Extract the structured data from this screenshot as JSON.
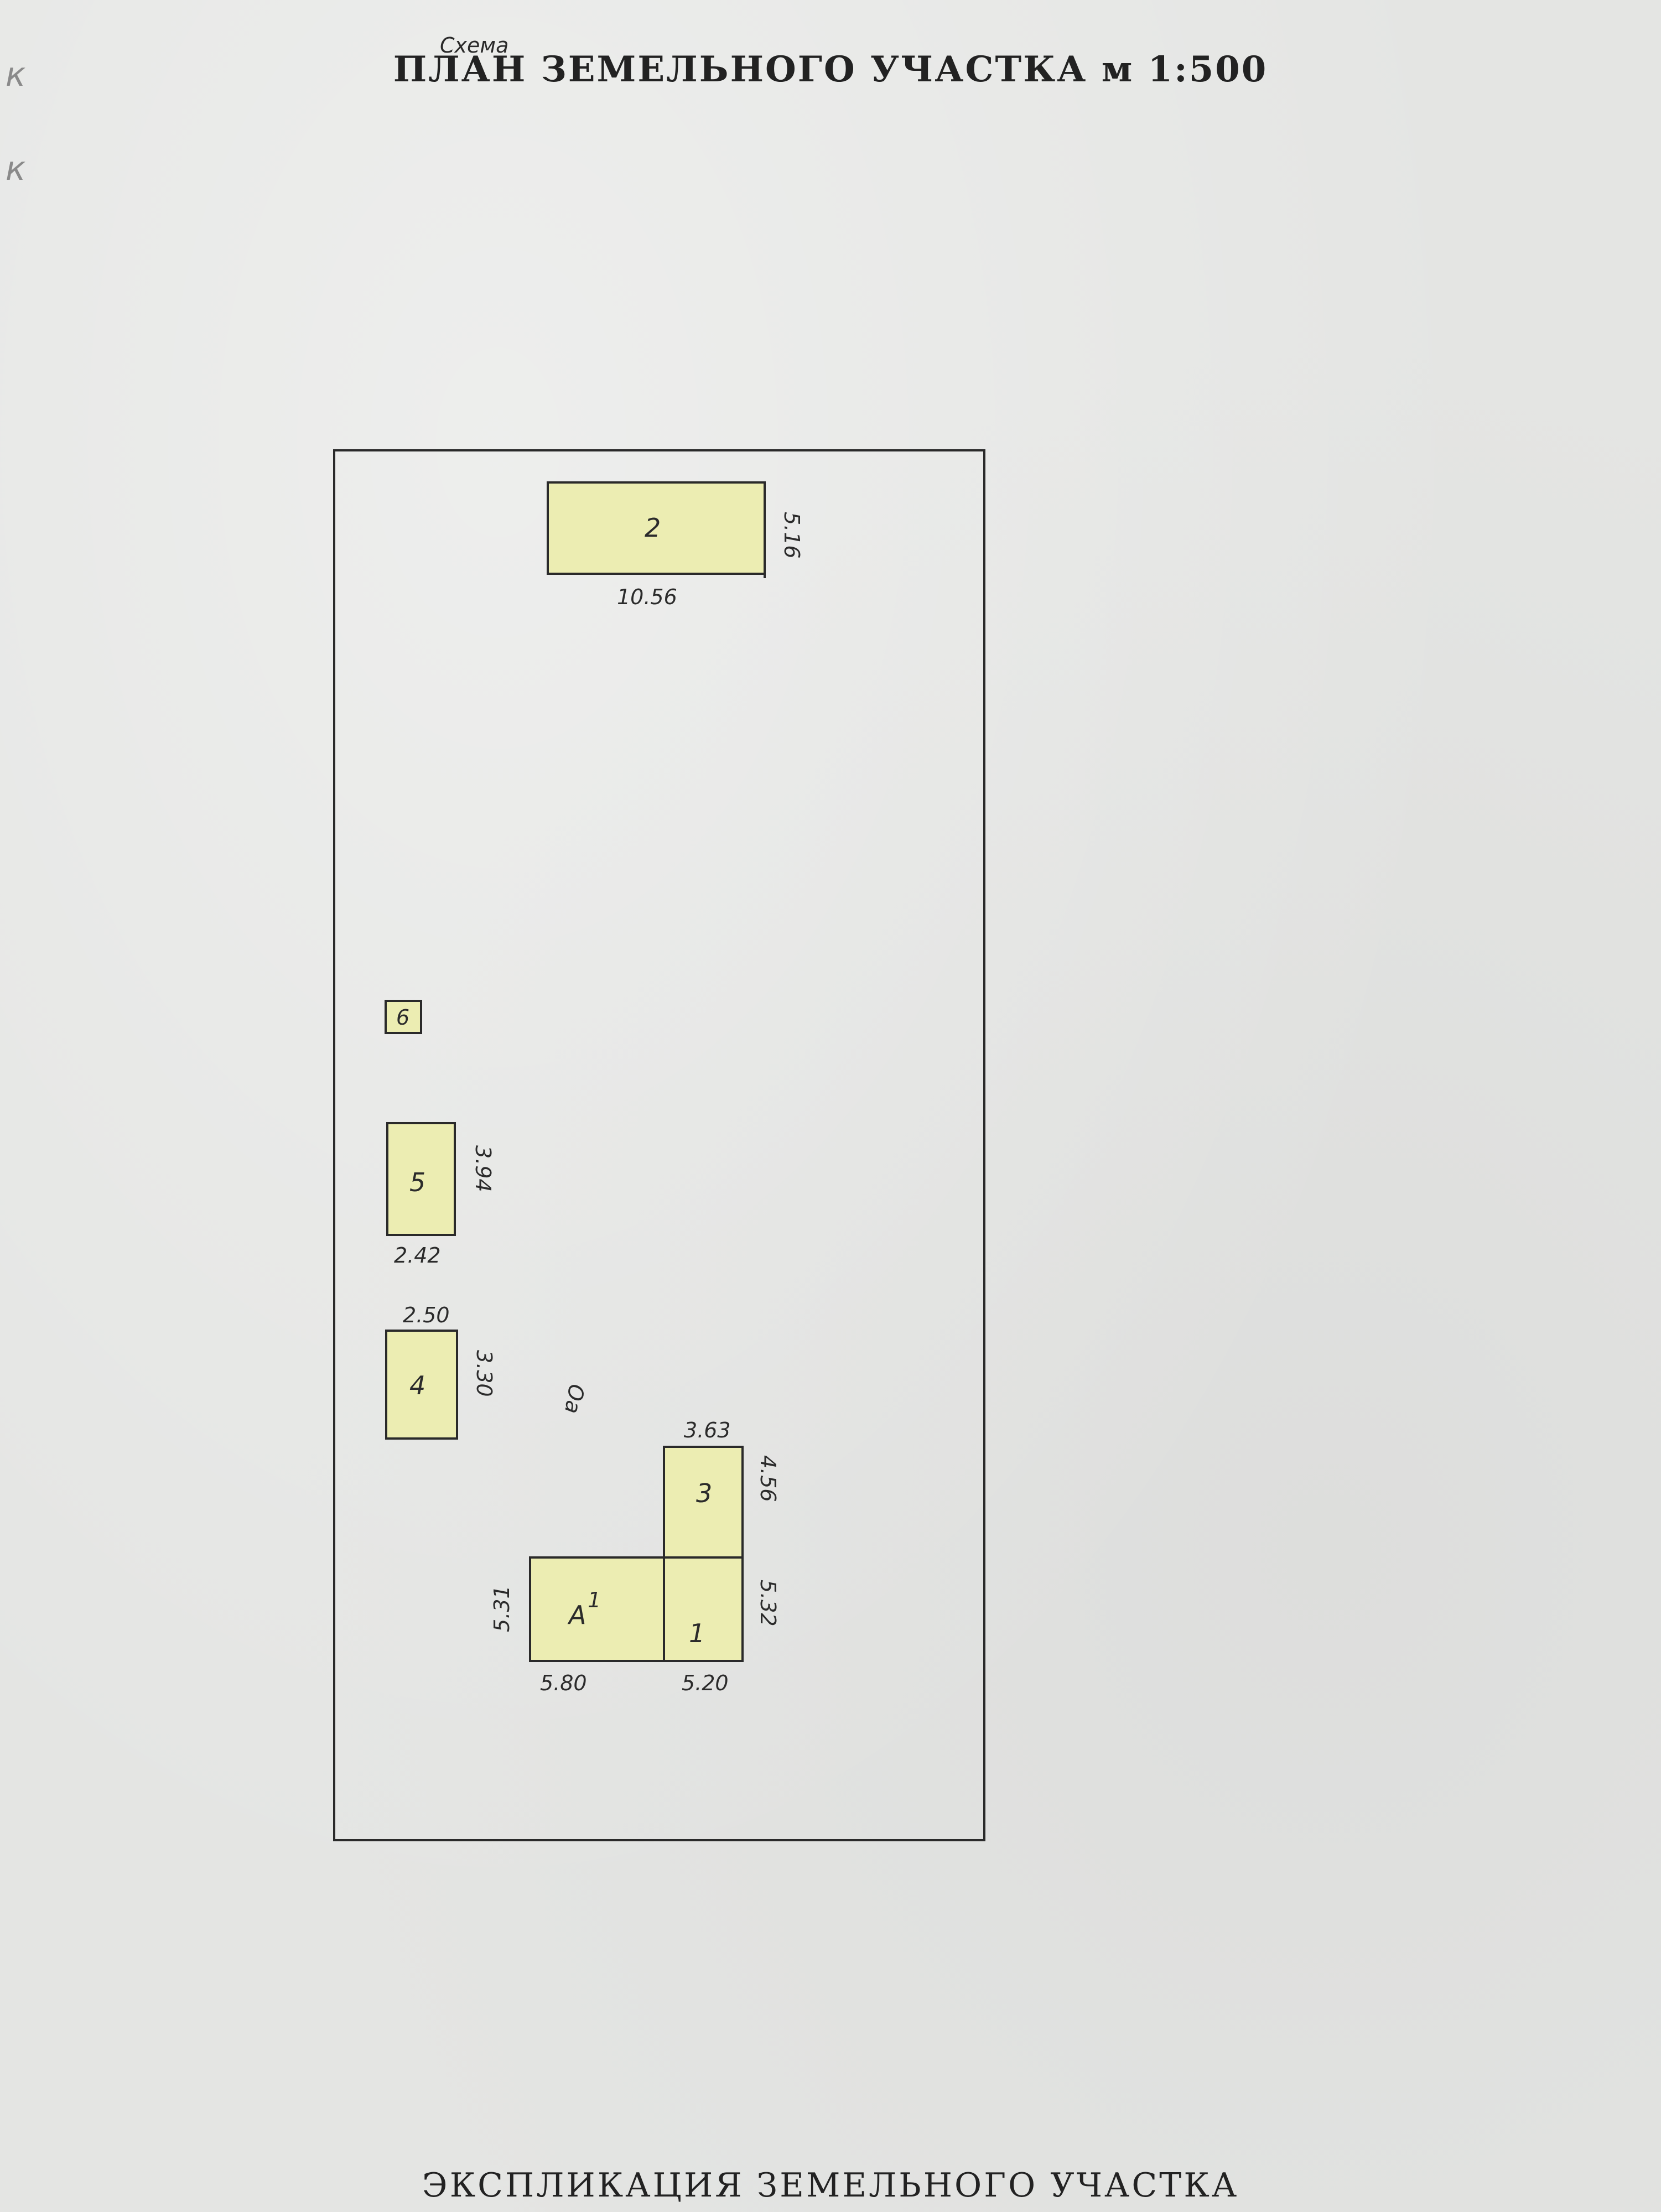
{
  "header": {
    "scheme_note": "Схема",
    "title": "ПЛАН ЗЕМЕЛЬНОГО УЧАСТКА м 1:500"
  },
  "margin_marks": [
    "к",
    "к"
  ],
  "colors": {
    "building_fill": "#ecedb2",
    "line": "#2a2a2a"
  },
  "plot": {
    "buildings": [
      {
        "id": "2",
        "label": "2",
        "width_label": "10.56",
        "depth_label": "5.16"
      },
      {
        "id": "6",
        "label": "6"
      },
      {
        "id": "5",
        "label": "5",
        "width_label": "2.42",
        "depth_label": "3.94"
      },
      {
        "id": "4",
        "label": "4",
        "width_label": "2.50",
        "depth_label": "3.30"
      },
      {
        "id": "3",
        "label": "3",
        "width_label": "3.63",
        "depth_label": "4.56"
      },
      {
        "id": "A1",
        "label": "А",
        "sub_label": "1",
        "width_label": "5.80",
        "depth_label": "5.31"
      },
      {
        "id": "1",
        "label": "1",
        "width_label": "5.20",
        "depth_label": "5.32"
      }
    ],
    "annotation": "Оа"
  },
  "footer": {
    "title": "ЭКСПЛИКАЦИЯ ЗЕМЕЛЬНОГО УЧАСТКА"
  }
}
